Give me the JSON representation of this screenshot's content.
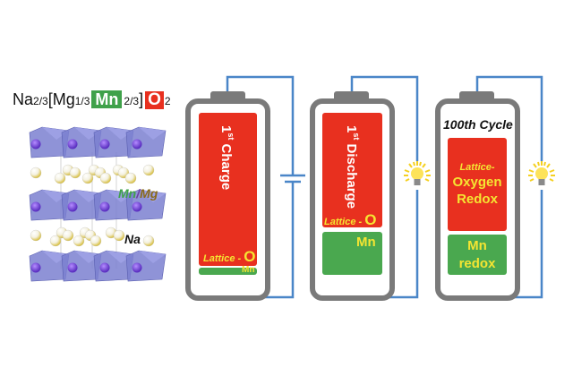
{
  "formula": {
    "na": "Na",
    "na_sub": "2/3",
    "bracket_open": "[Mg",
    "mg_sub": "1/3",
    "mn": "Mn",
    "mn_sub": "2/3",
    "bracket_close": "]",
    "o": "O",
    "o_sub": "2"
  },
  "structure_labels": {
    "mn": "Mn",
    "slash": "/",
    "mg": "Mg",
    "na": "Na"
  },
  "batteries": [
    {
      "title": "",
      "red_label_sup": "st",
      "red_label_num": "1",
      "red_label_text": " Charge",
      "lattice_label": "Lattice - ",
      "lattice_o": "O",
      "green_label": "Mn",
      "circuit_element": "capacitor"
    },
    {
      "title": "",
      "red_label_sup": "st",
      "red_label_num": "1",
      "red_label_text": " Discharge",
      "lattice_label": "Lattice - ",
      "lattice_o": "O",
      "green_label": "Mn",
      "circuit_element": "light-bulb"
    },
    {
      "title": "100th Cycle",
      "red_line1": "Lattice-",
      "red_line2": "Oxygen",
      "red_line3": "Redox",
      "green_line1": "Mn",
      "green_line2": "redox",
      "circuit_element": "light-bulb"
    }
  ],
  "colors": {
    "red": "#e8301f",
    "green": "#4aa84f",
    "battery_gray": "#7a7a7a",
    "wire_blue": "#4a86c8",
    "label_yellow": "#f5e532",
    "octahedra": "#7b80d0",
    "mn_atom": "#6a3fd0",
    "na_atom": "#e8d56a"
  }
}
